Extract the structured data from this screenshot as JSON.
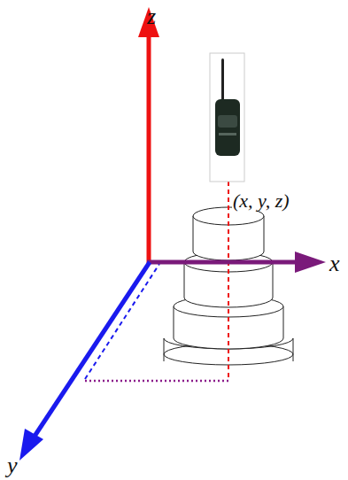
{
  "diagram": {
    "labels": [
      "z",
      "x",
      "(x, y, z)",
      "y"
    ]
  }
}
